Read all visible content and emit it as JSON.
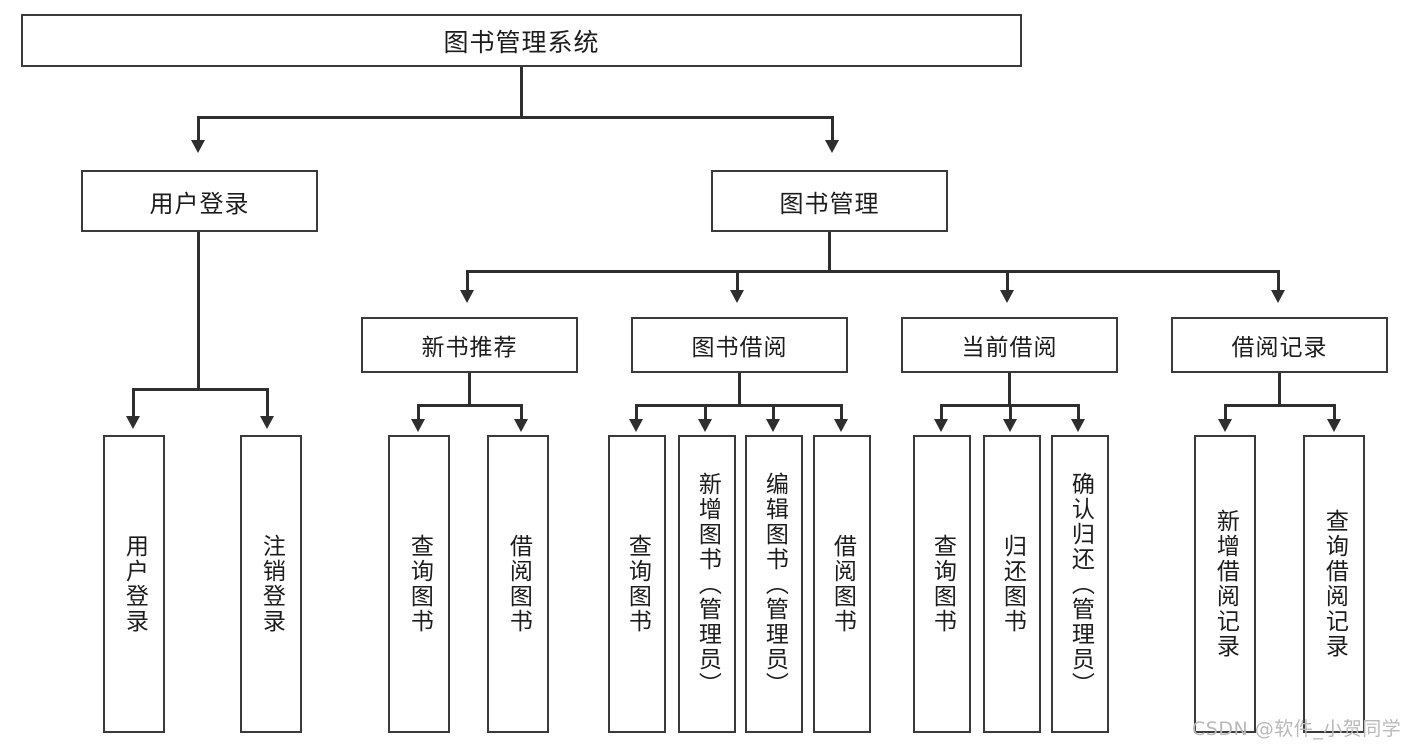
{
  "diagram": {
    "title": "图书管理系统",
    "type": "hierarchy-tree",
    "root": {
      "label": "图书管理系统"
    },
    "level2": [
      {
        "label": "用户登录"
      },
      {
        "label": "图书管理"
      }
    ],
    "level3": [
      {
        "label": "新书推荐"
      },
      {
        "label": "图书借阅"
      },
      {
        "label": "当前借阅"
      },
      {
        "label": "借阅记录"
      }
    ],
    "leaves": {
      "user_login": [
        {
          "label": "用户登录"
        },
        {
          "label": "注销登录"
        }
      ],
      "new_book_recommend": [
        {
          "label": "查询图书"
        },
        {
          "label": "借阅图书"
        }
      ],
      "book_borrow": [
        {
          "label": "查询图书"
        },
        {
          "label": "新增图书（管理员）"
        },
        {
          "label": "编辑图书（管理员）"
        },
        {
          "label": "借阅图书"
        }
      ],
      "current_borrow": [
        {
          "label": "查询图书"
        },
        {
          "label": "归还图书"
        },
        {
          "label": "确认归还（管理员）"
        }
      ],
      "borrow_record": [
        {
          "label": "新增借阅记录"
        },
        {
          "label": "查询借阅记录"
        }
      ]
    }
  },
  "watermark": {
    "text": "CSDN @软件_小贺同学"
  },
  "colors": {
    "box_border": "#3a3a3a",
    "line": "#2e2e2e",
    "text": "#1c1c1c",
    "background": "#ffffff",
    "watermark": "#b9b9b9"
  }
}
